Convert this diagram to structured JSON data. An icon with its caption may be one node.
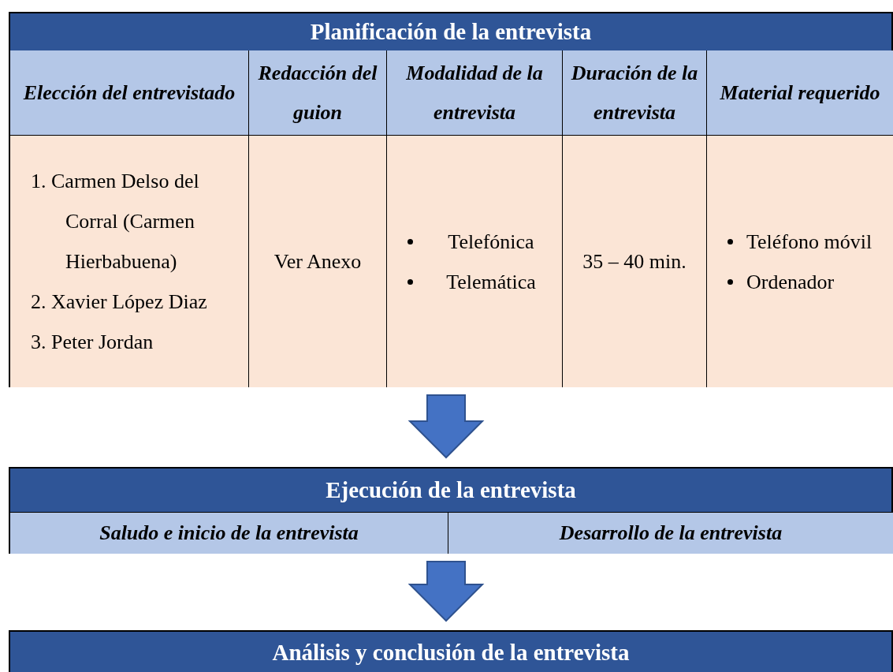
{
  "diagram": {
    "nodes": [
      {
        "text": [
          "Planificación de la entrevista"
        ]
      },
      {
        "text": [
          "Elección del entrevistado",
          "1. Carmen Delso del Corral (Carmen Hierbabuena)",
          "2. Xavier López Diaz",
          "3. Peter Jordan"
        ],
        "in": 0
      },
      {
        "text": [
          "Redacción del guion",
          "Ver Anexo"
        ],
        "in": 0
      },
      {
        "text": [
          "Modalidad de la entrevista",
          "Telefónica",
          "Telemática"
        ],
        "in": 0
      },
      {
        "text": [
          "Duración de la entrevista",
          "35 – 40 min."
        ],
        "in": 0
      },
      {
        "text": [
          "Material requerido",
          "Teléfono móvil",
          "Ordenador"
        ],
        "in": 0
      },
      {
        "text": [
          "Ejecución de la entrevista"
        ]
      },
      {
        "text": [
          "Saludo e inicio de la entrevista"
        ],
        "in": 6
      },
      {
        "text": [
          "Desarrollo de la entrevista"
        ],
        "in": 6
      },
      {
        "text": [
          "Análisis y conclusión de la entrevista"
        ]
      }
    ],
    "edges": [
      {
        "from": 0,
        "to": 6,
        "arrow": "to",
        "style": "thick"
      },
      {
        "from": 6,
        "to": 9,
        "arrow": "to",
        "style": "thick"
      }
    ]
  }
}
